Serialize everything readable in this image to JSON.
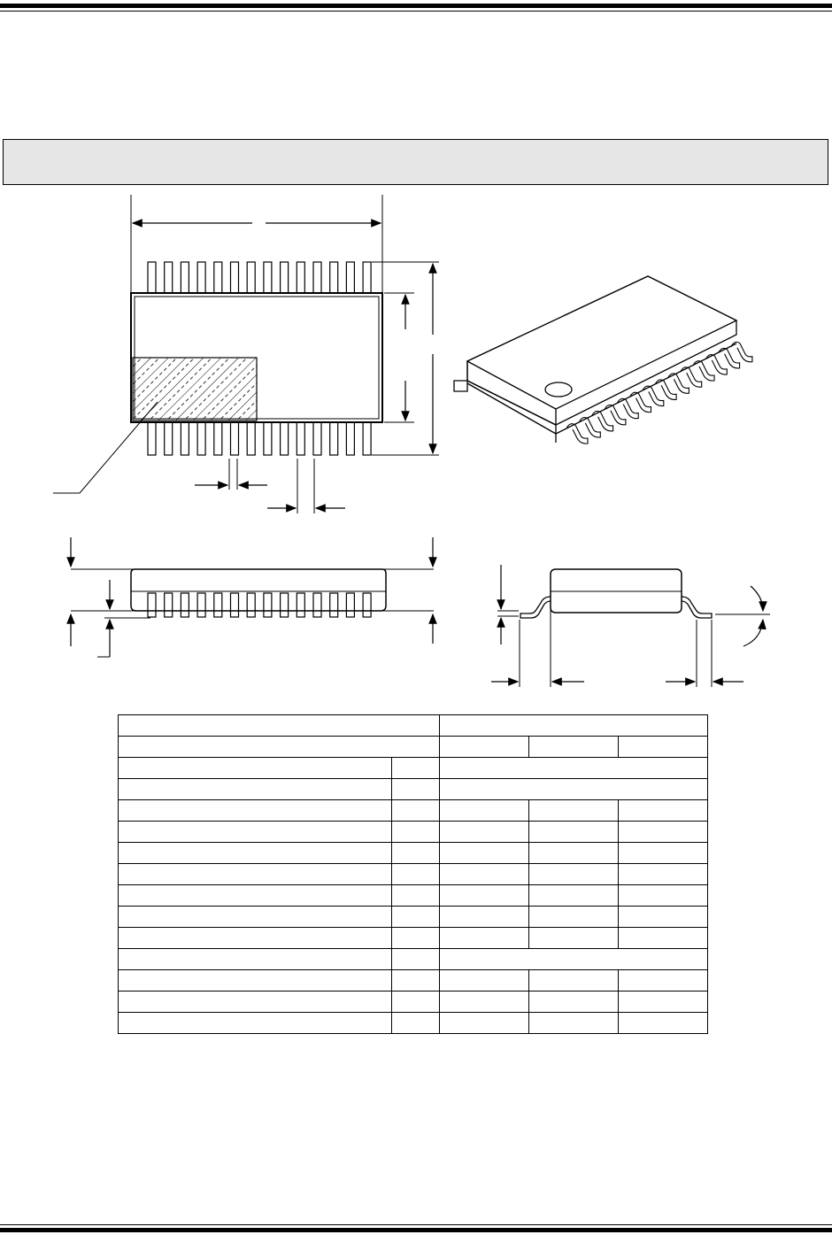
{
  "page": {
    "header_rules": "double-rule",
    "footer_rules": "double-rule",
    "title_bar_color": "#e6e6e6"
  },
  "drawing": {
    "top_view": "package-top-view",
    "isometric_view": "package-isometric-view",
    "side_view": "package-side-view",
    "end_view": "package-end-view",
    "hatch_area": "pin-1-index-area"
  },
  "table": {
    "rows": 15,
    "columns": 5,
    "merged_rows": [
      0,
      1,
      2,
      3,
      11
    ]
  }
}
